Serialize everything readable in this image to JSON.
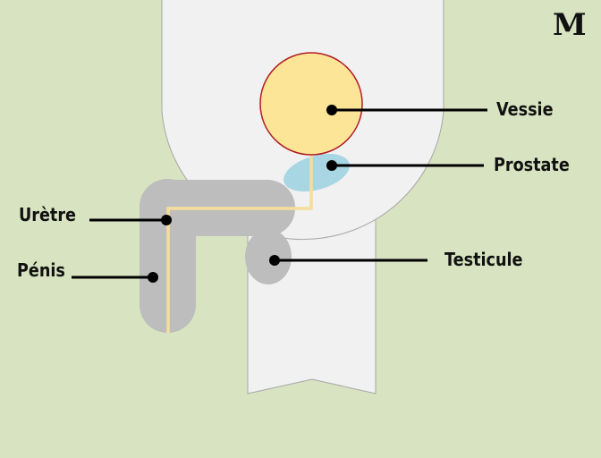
{
  "logo": {
    "text": "M"
  },
  "labels": {
    "bladder": "Vessie",
    "prostate": "Prostate",
    "testicle": "Testicule",
    "urethra": "Urètre",
    "penis": "Pénis"
  },
  "colors": {
    "background": "#d8e4c1",
    "body": "#f1f1f1",
    "body_outline": "#a6a6a6",
    "bladder_fill": "#fde597",
    "bladder_outline": "#b01c24",
    "prostate_fill": "#a9d6e3",
    "organ_grey": "#bdbdbd",
    "urethra_line": "#f5de9b",
    "leader": "#000000"
  }
}
